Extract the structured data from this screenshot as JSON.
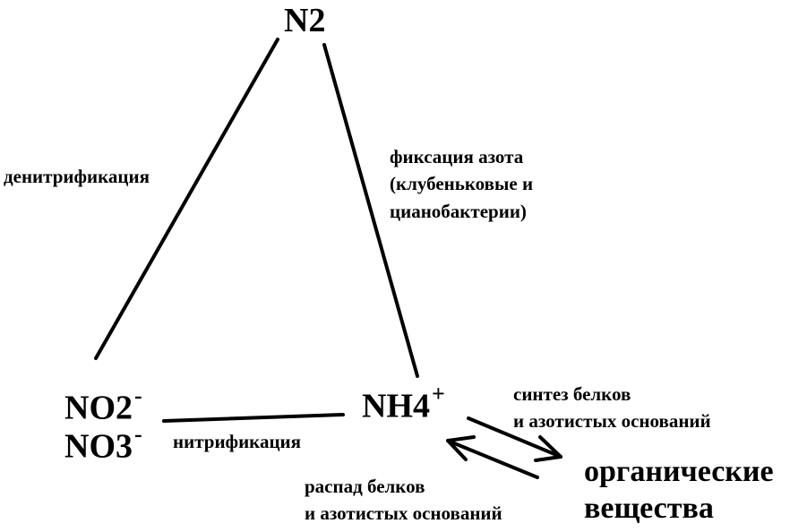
{
  "nodes": {
    "n2": "N2",
    "no2": "NO2",
    "no2_charge": "-",
    "no3": "NO3",
    "no3_charge": "-",
    "nh4": "NH4",
    "nh4_charge": "+",
    "organic_line1": "органические",
    "organic_line2": "вещества"
  },
  "labels": {
    "denitrification": "денитрификация",
    "fixation_line1": "фиксация азота",
    "fixation_line2": "(клубеньковые и",
    "fixation_line3": "цианобактерии)",
    "nitrification": "нитрификация",
    "synthesis_line1": "синтез белков",
    "synthesis_line2": "и азотистых оснований",
    "decay_line1": "распад белков",
    "decay_line2": "и азотистых оснований"
  },
  "colors": {
    "ink": "#000000",
    "background": "#ffffff"
  }
}
